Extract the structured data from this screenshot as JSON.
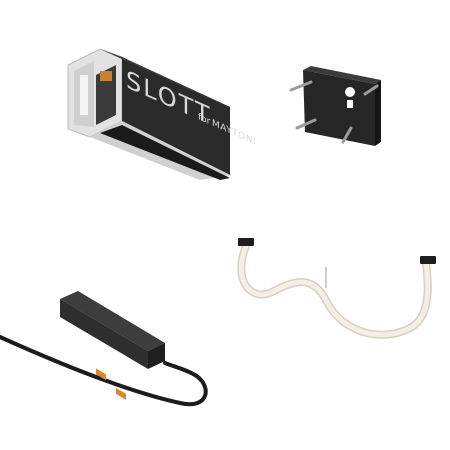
{
  "products": {
    "track": {
      "brand": "SLOTT",
      "brand_suffix": "for",
      "maker": "MAYTONI",
      "colors": {
        "body": "#2b2b2b",
        "body_dark": "#1a1a1a",
        "aluminium": "#e2e2e2",
        "aluminium_shade": "#b8b8b8",
        "lettering": "#d9d9d9"
      }
    },
    "mounting_plate": {
      "colors": {
        "plate": "#262626",
        "screw": "#a9a9a9"
      }
    },
    "power_connector": {
      "colors": {
        "body": "#2e2e2e",
        "cable": "#1c1c1c",
        "contact": "#d9892e"
      }
    },
    "flex_strip": {
      "colors": {
        "tube": "#f3efe6",
        "tube_edge": "#d7d0c2",
        "end_cap": "#1e1e1e"
      }
    }
  }
}
